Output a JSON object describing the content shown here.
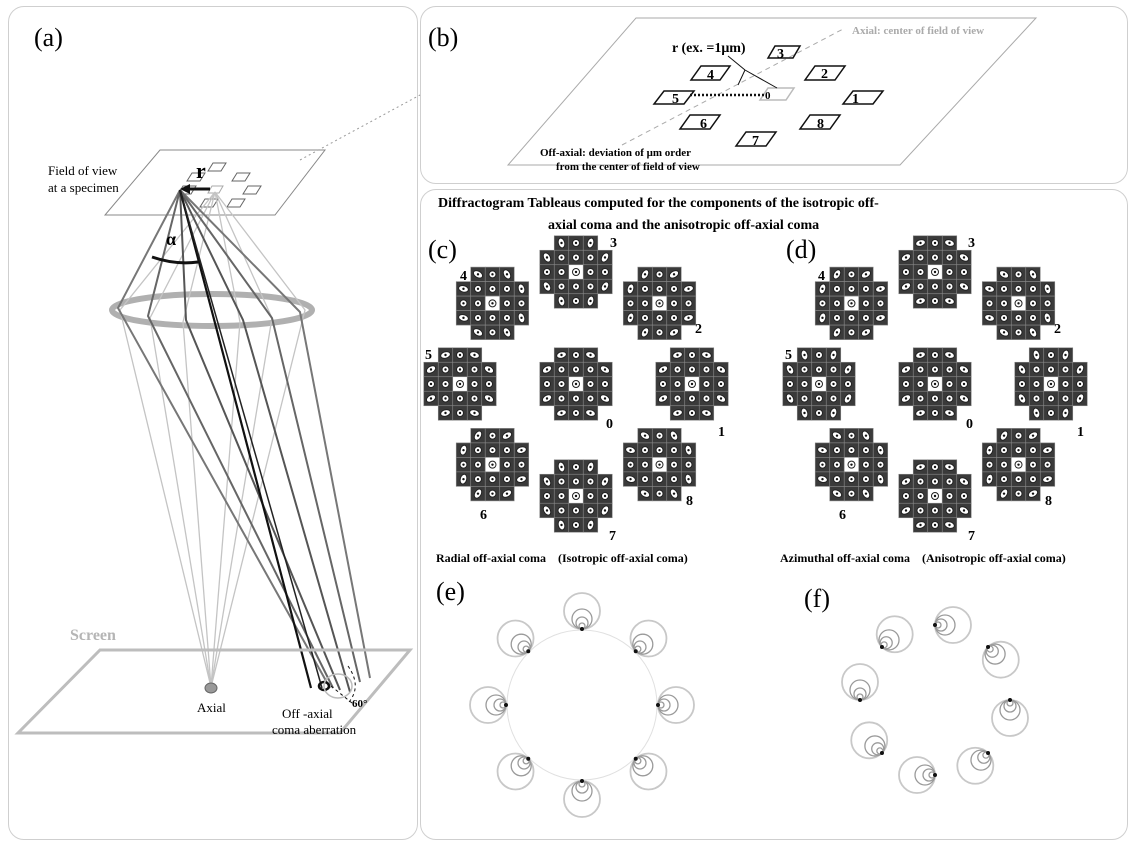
{
  "panels": {
    "a": {
      "label": "(a)",
      "fov_line1": "Field of view",
      "fov_line2": "at a specimen",
      "r": "r",
      "alpha": "α",
      "screen": "Screen",
      "axial": "Axial",
      "offaxial_line1": "Off -axial",
      "offaxial_line2": "coma aberration",
      "angle": "60°"
    },
    "b": {
      "label": "(b)",
      "r_example": "r (ex. =1μm)",
      "axial_note": "Axial: center of field of view",
      "offaxial_line1": "Off-axial: deviation of μm order",
      "offaxial_line2": "from the center of field of view",
      "numbers": [
        "0",
        "1",
        "2",
        "3",
        "4",
        "5",
        "6",
        "7",
        "8"
      ]
    },
    "tableau": {
      "title_line1": "Diffractogram Tableaus computed for the components of the isotropic off-",
      "title_line2": "axial coma and the anisotropic off-axial coma"
    },
    "c": {
      "label": "(c)",
      "caption": "Radial off-axial coma    (Isotropic off-axial coma)",
      "numbers": [
        "0",
        "1",
        "2",
        "3",
        "4",
        "5",
        "6",
        "7",
        "8"
      ]
    },
    "d": {
      "label": "(d)",
      "caption": "Azimuthal off-axial coma    (Anisotropic off-axial coma)",
      "numbers": [
        "0",
        "1",
        "2",
        "3",
        "4",
        "5",
        "6",
        "7",
        "8"
      ]
    },
    "e": {
      "label": "(e)"
    },
    "f": {
      "label": "(f)"
    }
  },
  "colors": {
    "border": "#cfcfcf",
    "ray_dark": "#111111",
    "ray_mid": "#555555",
    "ray_light": "#bbbbbb",
    "lens": "#b0b0b0"
  }
}
